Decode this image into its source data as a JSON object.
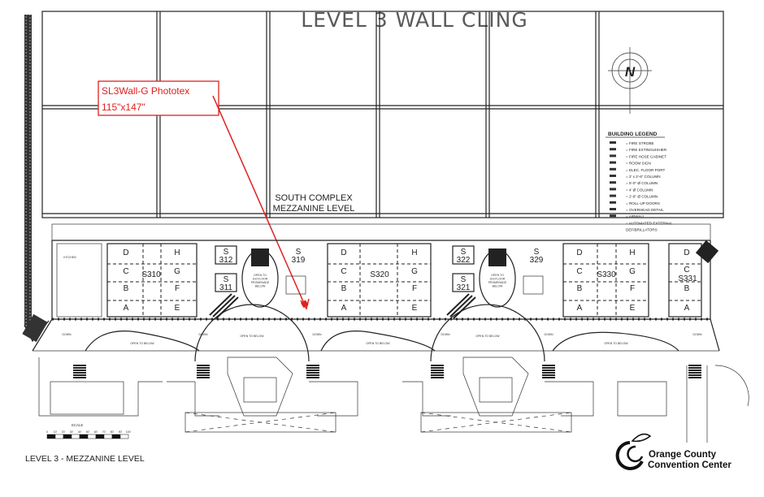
{
  "title": "LEVEL 3 WALL CLING",
  "callout": {
    "line1": "SL3Wall-G Phototex",
    "line2": "115\"x147\"",
    "color": "#e02020"
  },
  "area_label": {
    "line1": "SOUTH COMPLEX",
    "line2": "MEZZANINE LEVEL"
  },
  "compass": {
    "letter": "N"
  },
  "legend": {
    "title": "BUILDING LEGEND",
    "items": [
      "= FIRE STROBE",
      "= FIRE EXTINGUISHER",
      "= FIRE HOSE CABINET",
      "= ROOM SIGN",
      "= ELEC. FLOOR PORT",
      "= 2' x 2'-6\" COLUMN",
      "= 5'-0\" Ø COLUMN",
      "= 4' Ø COLUMN",
      "= 2'-8\" Ø COLUMN",
      "= ROLL-UP DOORS",
      "= OVERHEAD DETAIL",
      "= AIRWALL",
      "= AUTOMATED EXTERNAL",
      "DEFIBRILLATORS"
    ]
  },
  "rooms": {
    "S310": "S310",
    "S320": "S320",
    "S330": "S330",
    "S331": "S331",
    "S312": [
      "S",
      "312"
    ],
    "S311": [
      "S",
      "311"
    ],
    "S319": [
      "S",
      "319"
    ],
    "S322": [
      "S",
      "322"
    ],
    "S321": [
      "S",
      "321"
    ],
    "S329": [
      "S",
      "329"
    ],
    "sections_left": [
      "D",
      "C",
      "B",
      "A"
    ],
    "sections_right": [
      "H",
      "G",
      "F",
      "E"
    ]
  },
  "notes": {
    "open_promenade": [
      "OPEN TO",
      "2nd FLOOR",
      "PROMENADE",
      "BELOW"
    ],
    "open_below": "OPEN TO BELOW",
    "kitchen": "KITCHEN",
    "down": "DOWN"
  },
  "scale": {
    "label": "SCALE",
    "ticks": [
      "0",
      "10'",
      "20'",
      "30'",
      "40'",
      "50'",
      "60'",
      "70'",
      "80'",
      "90'",
      "100'"
    ]
  },
  "level_label": "LEVEL 3 - MEZZANINE LEVEL",
  "logo": {
    "line1": "Orange County",
    "line2": "Convention Center"
  }
}
